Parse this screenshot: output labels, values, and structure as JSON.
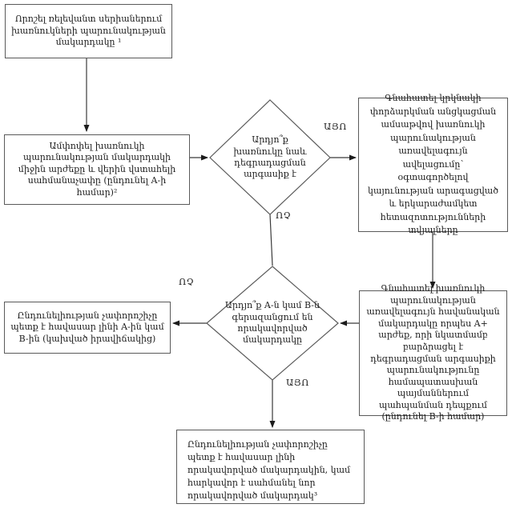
{
  "diagram_type": "flowchart",
  "language": "Armenian",
  "colors": {
    "background": "#ffffff",
    "box_border": "#5a5a5a",
    "connector_line": "#3a3a3a",
    "text": "#1c1c1c"
  },
  "nodes": {
    "step1": {
      "text": "Որոշել ռելեվանտ սերիաներում խառնուկների պարունակության մակարդակը ¹"
    },
    "step2": {
      "text": "Ամփոփել խառնուկի պարունակության մակարդակի միջին արժեքը և վերին վստահելի սահմանաչափը (ընդունել A-ի համար)²"
    },
    "decision1": {
      "text": "Արդյո՞ք խառնուկը նաև դեգրադացման արգասիք է"
    },
    "step3": {
      "text": "Գնահատել կրկնակի փորձարկման անցկացման ամսաթվով խառնուկի պարունակության առավելագույն ավելացումը՝ օգտագործելով կայունության արագացված և երկարաժամկետ հետազոտությունների տվյալները"
    },
    "step4": {
      "text": "Գնահատել խառնուկի պարունակության առավելագույն հավանական մակարդակը որպես A+ արժեք, որի նկատմամբ բարձրացել է դեգրադացման արգասիքի պարունակությունը համապատասխան պայմաններում պահպանման դեպքում (ընդունել B-ի համար)"
    },
    "decision2": {
      "text": "Արդյո՞ք A-ն կամ B-ն գերազանցում են որակավորված մակարդակը"
    },
    "result_no": {
      "text": "Ընդունելիության չափորոշիչը պետք է հավասար լինի A-ին կամ B-ին (կախված իրավիճակից)"
    },
    "result_yes": {
      "text": "Ընդունելիության չափորոշիչը պետք է հավասար լինի որակավորված մակարդակին, կամ հարկավոր է սահմանել նոր որակավորված մակարդակ³"
    }
  },
  "edge_labels": {
    "decision1_yes": "ԱՅՈ",
    "decision1_no": "ՈՉ",
    "decision2_no": "ՈՉ",
    "decision2_yes": "ԱՅՈ"
  }
}
